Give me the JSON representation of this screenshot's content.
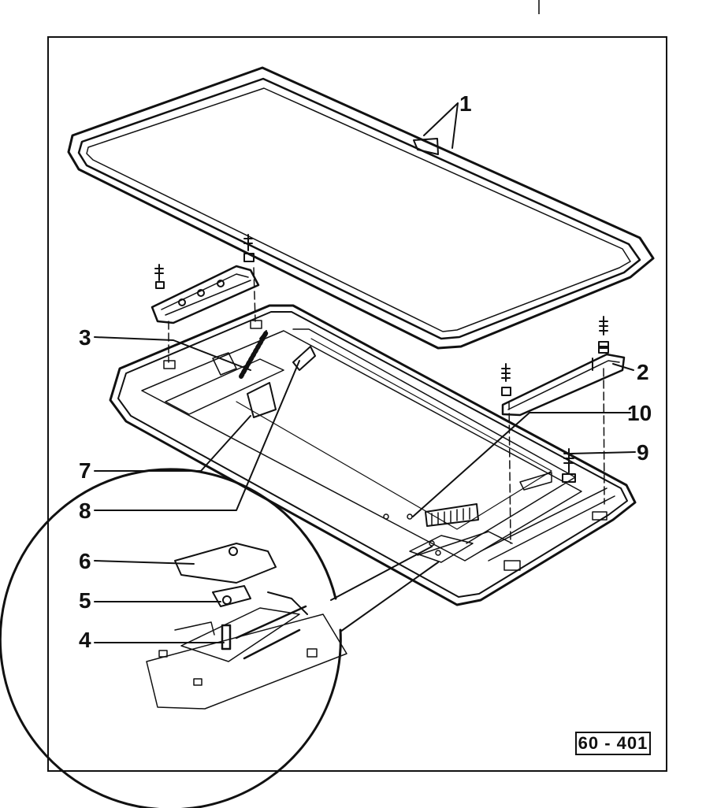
{
  "diagram": {
    "figure_ref": "60 - 401",
    "callouts": [
      {
        "id": "c1",
        "text": "1"
      },
      {
        "id": "c2",
        "text": "2"
      },
      {
        "id": "c3",
        "text": "3"
      },
      {
        "id": "c4",
        "text": "4"
      },
      {
        "id": "c5",
        "text": "5"
      },
      {
        "id": "c6",
        "text": "6"
      },
      {
        "id": "c7",
        "text": "7"
      },
      {
        "id": "c8",
        "text": "8"
      },
      {
        "id": "c9",
        "text": "9"
      },
      {
        "id": "c10",
        "text": "10"
      }
    ]
  }
}
